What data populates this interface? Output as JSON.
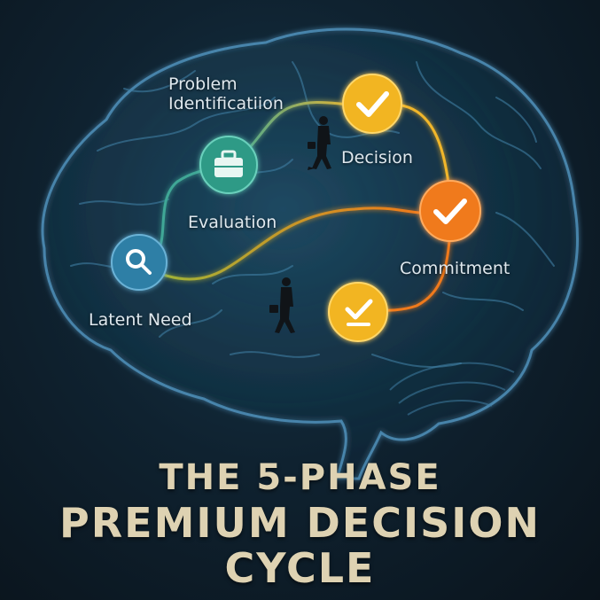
{
  "colors": {
    "background": "#0f2230",
    "brain_outline": "#4f8fb8",
    "path_teal": "#3fa796",
    "path_yellow": "#f1b62b",
    "path_orange": "#f07a1a",
    "title": "#ded2b2"
  },
  "phases": [
    {
      "label": "Latent Need",
      "icon": "magnifier-icon",
      "color": "#2f7fa6"
    },
    {
      "label": "Evaluation",
      "icon": "briefcase-icon",
      "color": "#2e9a86"
    },
    {
      "label_lines": [
        "Problem",
        "Identificatiion"
      ],
      "icon": "checkmark-icon",
      "color": "#f2b521"
    },
    {
      "label": "Decision",
      "icon": "checkmark-icon",
      "color": "#f2b521"
    },
    {
      "label": "Commitment",
      "icon": "checkmark-icon",
      "color": "#f07a1a"
    }
  ],
  "extra_marker": {
    "icon": "checkbox-icon",
    "color": "#f2b521"
  },
  "figures": [
    "walking-businessman-icon",
    "walking-businessman-icon"
  ],
  "title": {
    "line1": "THE 5-PHASE",
    "line2": "PREMIUM DECISION",
    "line3": "CYCLE"
  }
}
